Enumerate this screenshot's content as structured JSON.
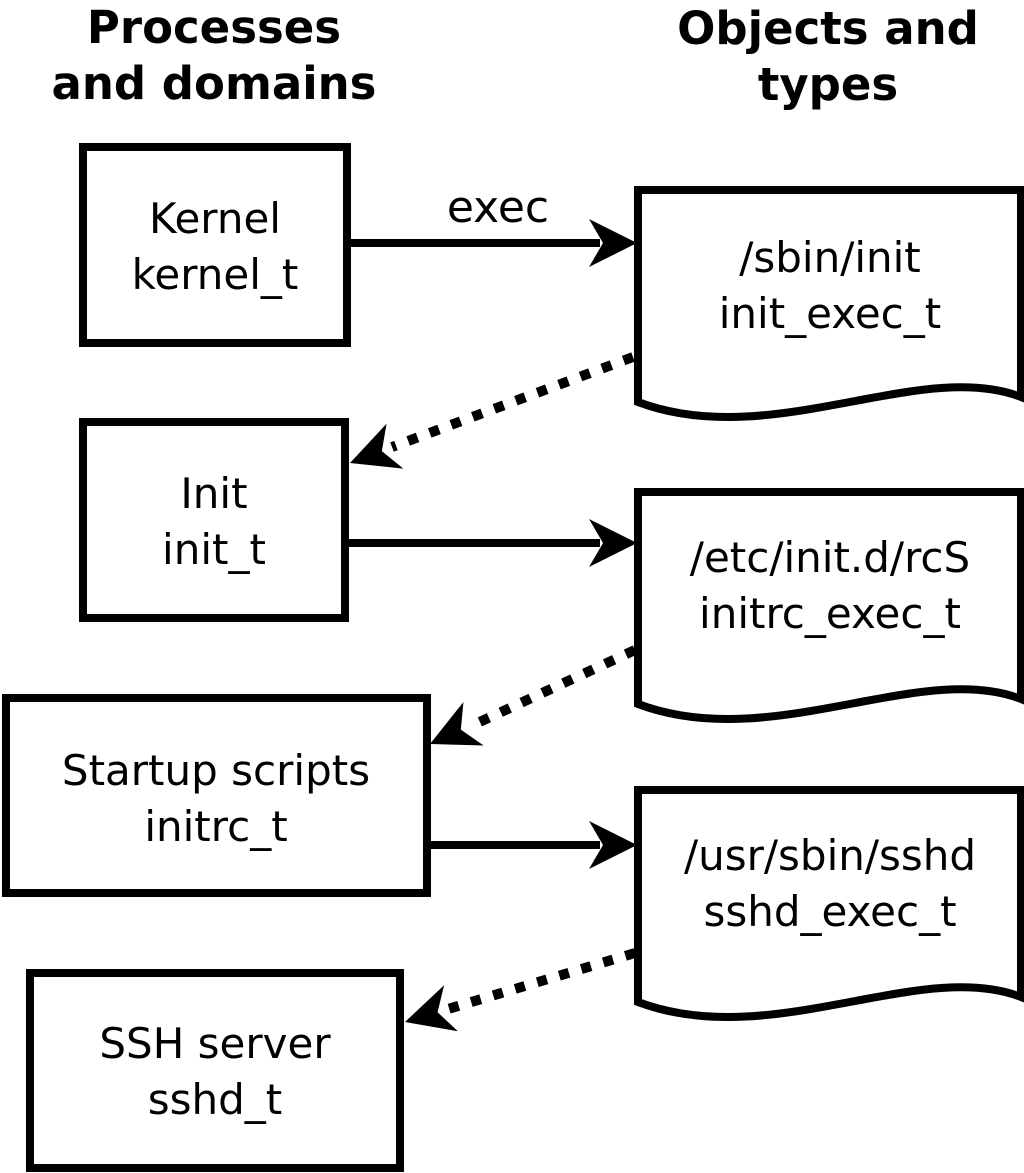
{
  "columns": {
    "left_header": {
      "line1": "Processes",
      "line2": "and domains"
    },
    "right_header": {
      "line1": "Objects and",
      "line2": "types"
    }
  },
  "process_boxes": [
    {
      "name": "Kernel",
      "domain": "kernel_t"
    },
    {
      "name": "Init",
      "domain": "init_t"
    },
    {
      "name": "Startup scripts",
      "domain": "initrc_t"
    },
    {
      "name": "SSH server",
      "domain": "sshd_t"
    }
  ],
  "object_files": [
    {
      "path": "/sbin/init",
      "type": "init_exec_t"
    },
    {
      "path": "/etc/init.d/rcS",
      "type": "initrc_exec_t"
    },
    {
      "path": "/usr/sbin/sshd",
      "type": "sshd_exec_t"
    }
  ],
  "labels": {
    "exec": "exec"
  },
  "colors": {
    "stroke": "#000000",
    "fill": "#ffffff"
  }
}
